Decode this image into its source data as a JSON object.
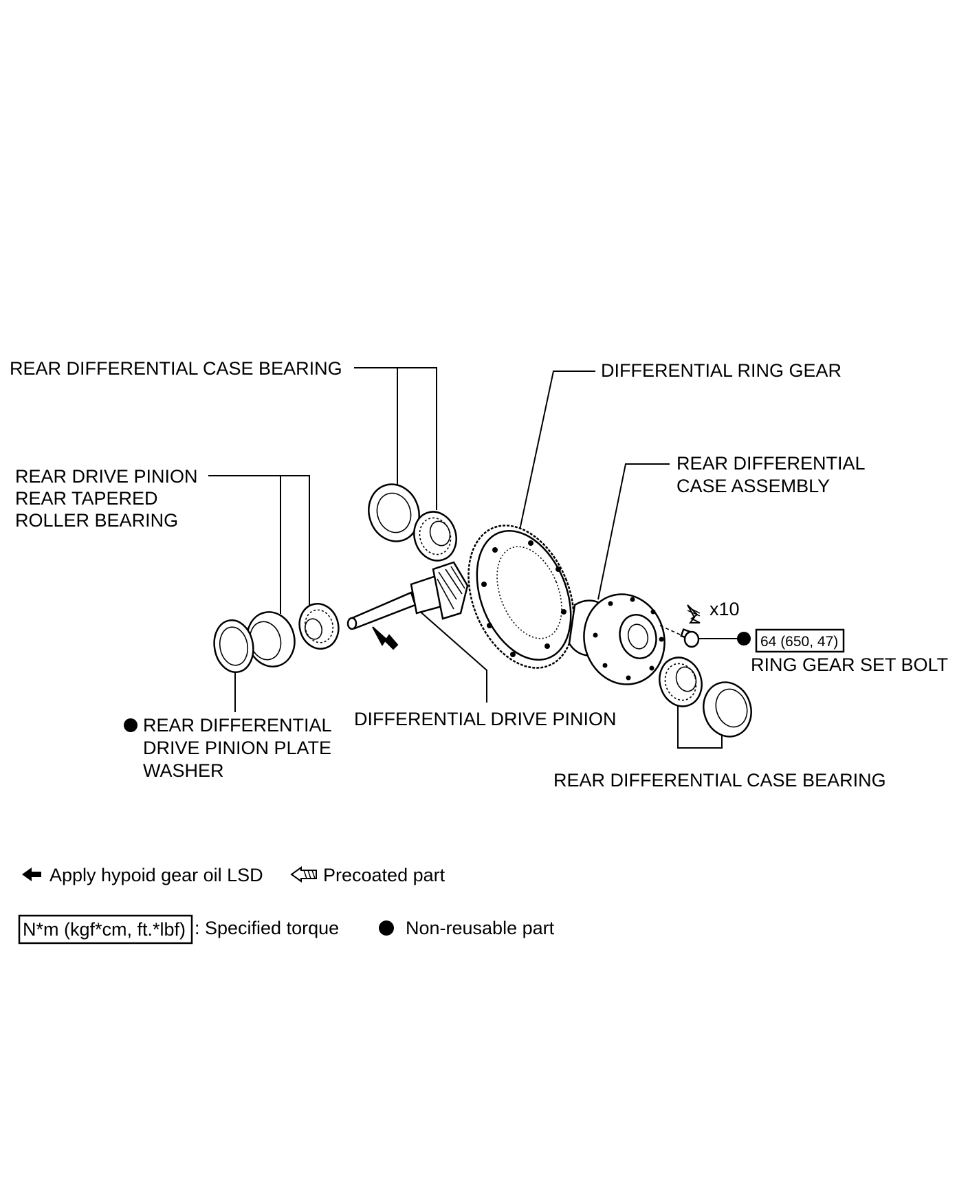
{
  "labels": {
    "case_bearing_top": "REAR DIFFERENTIAL CASE BEARING",
    "ring_gear": "DIFFERENTIAL RING GEAR",
    "pinion_bearing": [
      "REAR DRIVE PINION",
      "REAR TAPERED",
      "ROLLER BEARING"
    ],
    "case_assembly": [
      "REAR DIFFERENTIAL",
      "CASE ASSEMBLY"
    ],
    "bolt_count": "x10",
    "torque_value": "64 (650, 47)",
    "ring_gear_bolt": "RING GEAR SET BOLT",
    "plate_washer": [
      "REAR DIFFERENTIAL",
      "DRIVE PINION PLATE",
      "WASHER"
    ],
    "drive_pinion": "DIFFERENTIAL DRIVE PINION",
    "case_bearing_bottom": "REAR DIFFERENTIAL CASE BEARING"
  },
  "legend": {
    "oil": "Apply hypoid gear oil LSD",
    "precoated": "Precoated part",
    "torque_unit": "N*m (kgf*cm, ft.*lbf)",
    "torque_desc": ": Specified torque",
    "nonreusable": "Non-reusable part"
  }
}
